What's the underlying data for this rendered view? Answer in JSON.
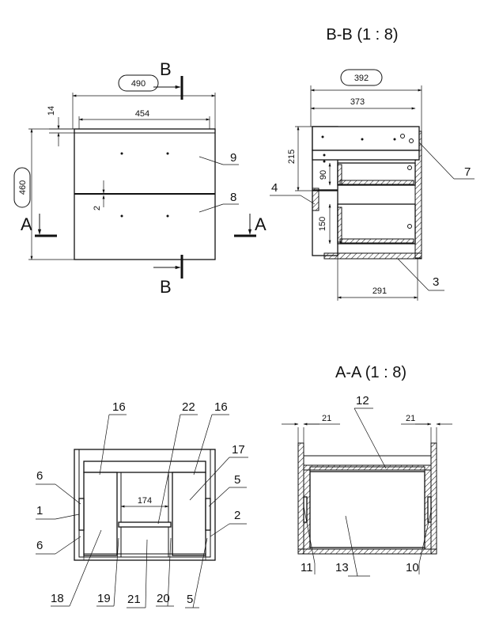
{
  "views": {
    "bb": {
      "title": "B-B (1 : 8)"
    },
    "aa": {
      "title": "A-A (1 : 8)"
    }
  },
  "section_marks": {
    "a": "A",
    "b": "B"
  },
  "front": {
    "dims": {
      "overall_width": "490",
      "width": "454",
      "gap_top": "14",
      "height": "460",
      "gap_mid": "2"
    },
    "parts": {
      "top_front": "9",
      "bottom_front": "8"
    }
  },
  "bb": {
    "dims": {
      "depth_overall": "392",
      "depth": "373",
      "h_upper": "215",
      "h_drawer_upper": "90",
      "h_drawer_lower": "150",
      "drawer_depth": "291"
    },
    "parts": {
      "side": "7",
      "handle": "4",
      "bottom": "3"
    }
  },
  "aa": {
    "dims": {
      "left_gap": "21",
      "right_gap": "21"
    },
    "parts": {
      "top_panel": "12",
      "left_runner": "11",
      "drawer": "13",
      "right_runner": "10"
    }
  },
  "plan": {
    "dims": {
      "inner_width": "174"
    },
    "parts": {
      "p16a": "16",
      "p22": "22",
      "p16b": "16",
      "p17": "17",
      "p6a": "6",
      "p5a": "5",
      "p1": "1",
      "p2": "2",
      "p6b": "6",
      "p18": "18",
      "p19": "19",
      "p21": "21",
      "p20": "20",
      "p5b": "5"
    }
  }
}
